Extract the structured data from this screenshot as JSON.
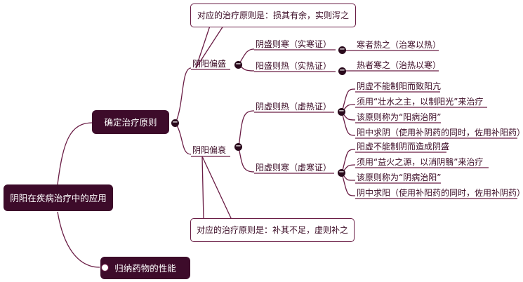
{
  "root": {
    "label": "阴阳在疾病治疗中的应用"
  },
  "branch_treatment": {
    "label": "确定治疗原则"
  },
  "branch_drugs": {
    "label": "归纳药物的性能"
  },
  "excess": {
    "label": "阴阳偏盛",
    "callout": "对应的治疗原则是：损其有余，实则泻之",
    "yin": {
      "label": "阴盛则寒（实寒证）",
      "child": "寒者热之（治寒以热）"
    },
    "yang": {
      "label": "阳盛则热（实热证）",
      "child": "热者寒之（治热以寒）"
    }
  },
  "deficiency": {
    "label": "阴阳偏衰",
    "callout": "对应的治疗原则是：补其不足，虚则补之",
    "yin": {
      "label": "阴虚则热（虚热证）",
      "items": [
        "阴虚不能制阳而致阳亢",
        "须用“壮水之主，以制阳光”来治疗",
        "该原则称为“阳病治阴”",
        "阳中求阴（使用补阴药的同时，佐用补阳药）"
      ]
    },
    "yang": {
      "label": "阳虚则寒（虚寒证）",
      "items": [
        "阳虚不能制阴而造成阴盛",
        "须用“益火之源，以消阴翳”来治疗",
        "该原则称为“阴病治阳”",
        "阴中求阳（使用补阳药的同时，佐用补阴药）"
      ]
    }
  },
  "colors": {
    "node_fill": "#3d0b2a",
    "line": "#6a1d45",
    "text": "#3a0a24"
  }
}
